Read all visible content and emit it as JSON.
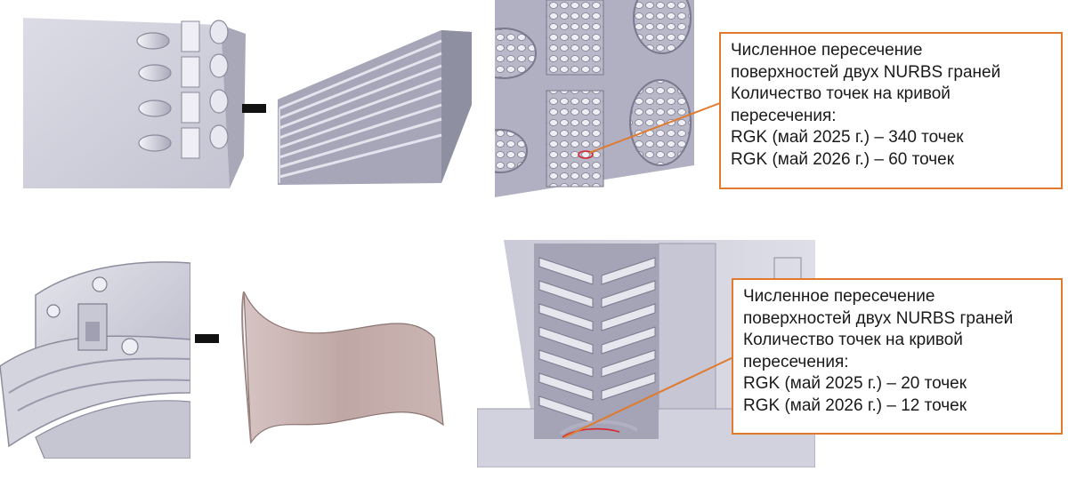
{
  "callout_top": {
    "lines": [
      "Численное пересечение",
      "поверхностей двух NURBS граней",
      "Количество точек на  кривой",
      "пересечения:",
      "RGK (май 2025 г.) – 340 точек",
      "RGK (май 2026 г.) – 60 точек"
    ]
  },
  "callout_bottom": {
    "lines": [
      "Численное пересечение",
      "поверхностей  двух NURBS граней",
      "Количество точек на  кривой",
      "пересечения:",
      "RGK (май 2025 г.) – 20 точек",
      "RGK (май 2026 г.) – 12 точек"
    ]
  },
  "colors": {
    "accent": "#e07a2e",
    "highlight": "#d9232d",
    "model_gray": "#c9c9d6",
    "surface_pink": "#c2aaa8"
  }
}
